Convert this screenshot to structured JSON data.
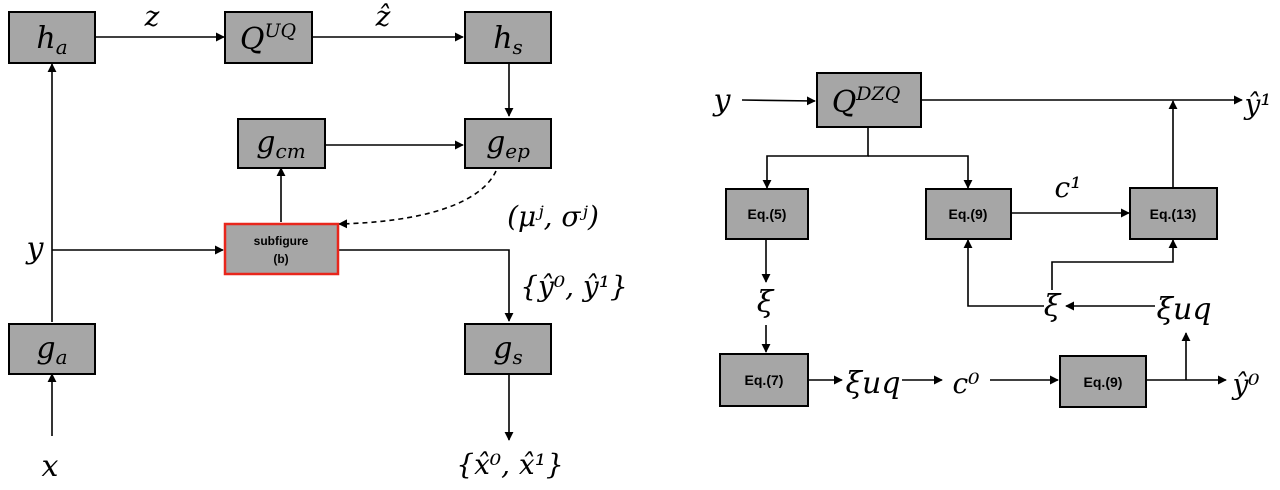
{
  "left": {
    "nodes": {
      "ha": {
        "base": "h",
        "sub": "a"
      },
      "quq": {
        "base": "Q",
        "sup": "UQ"
      },
      "hs": {
        "base": "h",
        "sub": "s"
      },
      "gcm": {
        "base": "g",
        "sub": "cm"
      },
      "gep": {
        "base": "g",
        "sub": "ep"
      },
      "subfig": {
        "line1": "subfigure",
        "line2": "(b)"
      },
      "ga": {
        "base": "g",
        "sub": "a"
      },
      "gs": {
        "base": "g",
        "sub": "s"
      }
    },
    "labels": {
      "z": "z",
      "zhat": "ẑ",
      "y": "y",
      "x": "x",
      "mu_sigma": "(μʲ, σʲ)",
      "y_set": "{ŷ⁰, ŷ¹}",
      "x_set": "{x̂⁰, x̂¹}"
    }
  },
  "right": {
    "nodes": {
      "qdzq": {
        "base": "Q",
        "sup": "DZQ"
      },
      "eq5": "Eq.(5)",
      "eq9_top": "Eq.(9)",
      "eq13": "Eq.(13)",
      "eq7": "Eq.(7)",
      "eq9_bottom": "Eq.(9)"
    },
    "labels": {
      "y": "y",
      "y1hat": "ŷ¹",
      "c1": "c¹",
      "xi_left": "ξ",
      "xi_mid": "ξ",
      "xi_uq_right": "ξuq",
      "xi_uq_bottom": "ξuq",
      "c0": "c⁰",
      "y0hat": "ŷ⁰"
    }
  }
}
